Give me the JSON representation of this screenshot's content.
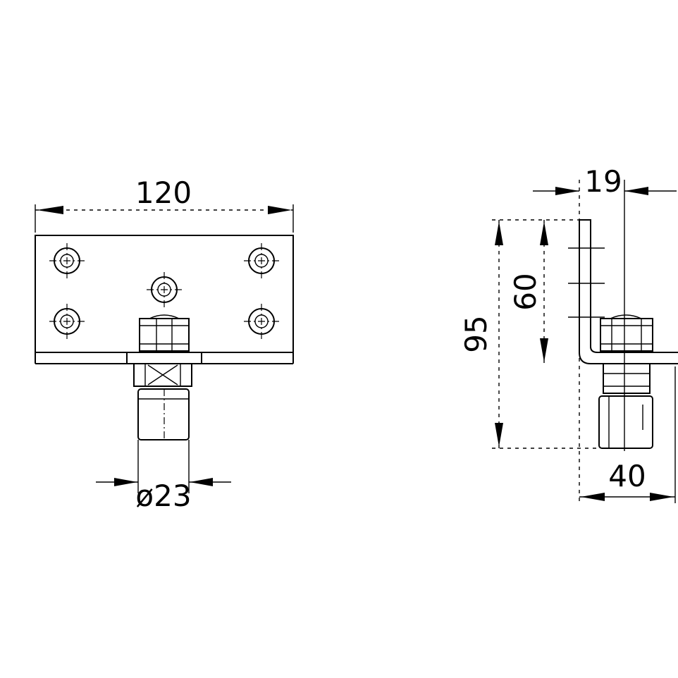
{
  "dimensions": {
    "width_total": "120",
    "diameter": "ø23",
    "offset_top": "19",
    "height_total": "95",
    "height_inner": "60",
    "depth": "40"
  },
  "colors": {
    "ink": "#000000",
    "background": "#ffffff"
  }
}
